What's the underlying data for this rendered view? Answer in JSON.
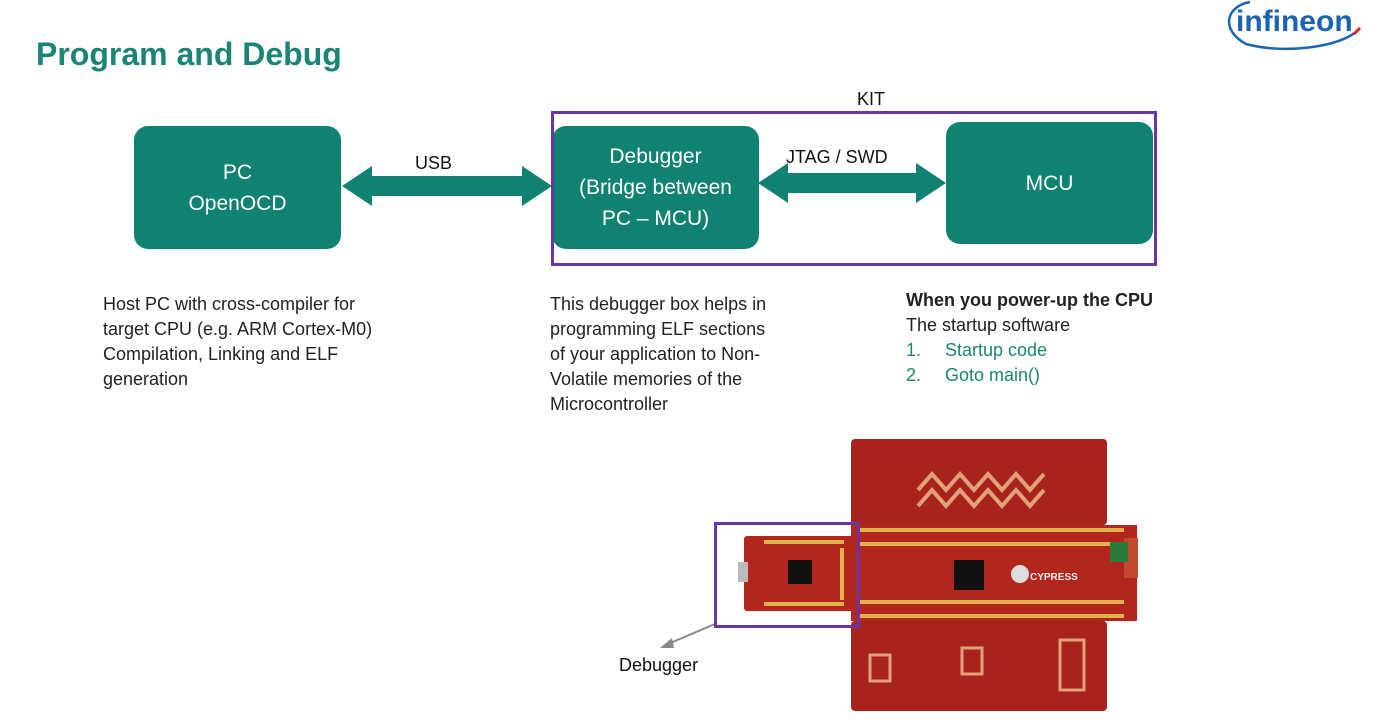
{
  "page": {
    "title": "Program and Debug",
    "logo_text": "infineon"
  },
  "diagram": {
    "pc_box": {
      "line1": "PC",
      "line2": "OpenOCD"
    },
    "debugger_box": {
      "line1": "Debugger",
      "line2": "(Bridge between",
      "line3": "PC – MCU)"
    },
    "mcu_box": {
      "line1": "MCU"
    },
    "usb_label": "USB",
    "jtag_label": "JTAG / SWD",
    "kit_label": "KIT"
  },
  "descriptions": {
    "host": [
      "Host PC with cross-compiler for",
      "target CPU (e.g. ARM Cortex-M0)",
      "Compilation, Linking and ELF",
      "generation"
    ],
    "debugger": [
      "This debugger box helps in",
      "programming ELF sections",
      "of your application to Non-",
      "Volatile memories of the",
      "Microcontroller"
    ],
    "power": {
      "heading": "When you power-up the CPU",
      "intro": "The startup software",
      "steps": [
        {
          "num": "1.",
          "text": "Startup code"
        },
        {
          "num": "2.",
          "text": "Goto main()"
        }
      ]
    }
  },
  "photo": {
    "debugger_label": "Debugger",
    "chip_brand": "CYPRESS"
  },
  "colors": {
    "teal": "#0f8272",
    "title_teal": "#1a8576",
    "purple": "#6a35a6",
    "board_red": "#b3261e",
    "logo_blue": "#1a64b4",
    "logo_red": "#d9271f"
  }
}
